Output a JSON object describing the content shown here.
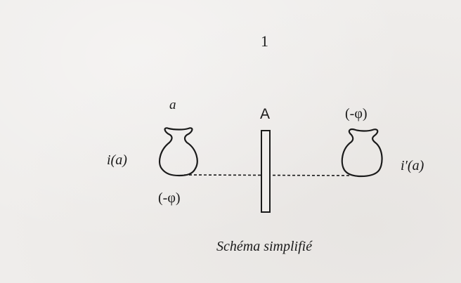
{
  "figure": {
    "number": "1",
    "labels": {
      "object": "a",
      "screen": "A",
      "phase_top": "(-φ)",
      "image_left": "i(a)",
      "image_right": "i′(a)",
      "phase_bottom": "(-φ)"
    },
    "caption": "Schéma simplifié"
  },
  "colors": {
    "ink": "#1a1a1a",
    "paper": "#efedeb"
  }
}
